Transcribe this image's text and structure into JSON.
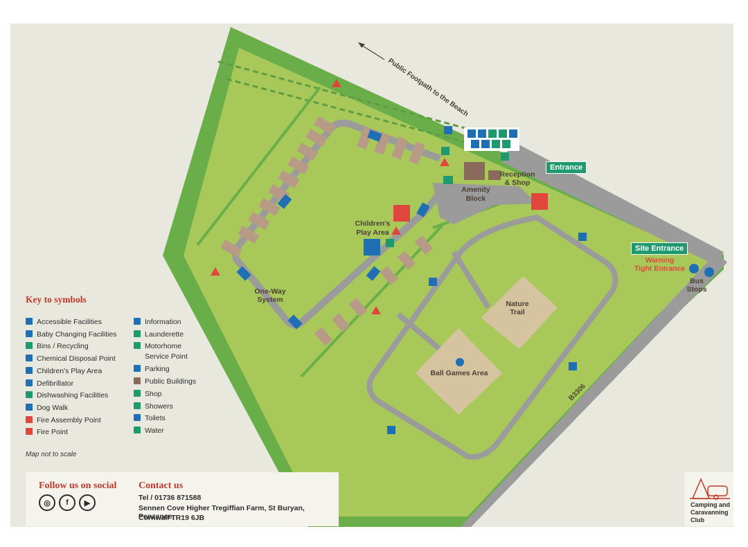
{
  "map": {
    "labels": {
      "footpath": "Public Footpath to the Beach",
      "amenity": "Amenity\nBlock",
      "reception": "Reception\n& Shop",
      "childrens_play": "Children's\nPlay Area",
      "one_way": "One-Way\nSystem",
      "nature_trail": "Nature\nTrail",
      "ball_games": "Ball Games Area",
      "bus_stops": "Bus\nStops",
      "road": "B3306"
    },
    "entrance": "Entrance",
    "site_entrance": "Site Entrance",
    "warning": "Warning\nTight Entrance"
  },
  "key": {
    "title": "Key to symbols",
    "left": [
      {
        "label": "Accessible Facilities",
        "icon": "accessible-icon",
        "color": "#1f6fb5"
      },
      {
        "label": "Baby Changing Facilities",
        "icon": "baby-changing-icon",
        "color": "#1f6fb5"
      },
      {
        "label": "Bins / Recycling",
        "icon": "bins-icon",
        "color": "#1f9a6e"
      },
      {
        "label": "Chemical Disposal Point",
        "icon": "chemical-disposal-icon",
        "color": "#1f6fb5"
      },
      {
        "label": "Children's Play Area",
        "icon": "play-area-icon",
        "color": "#1f6fb5"
      },
      {
        "label": "Defibrillator",
        "icon": "defibrillator-icon",
        "color": "#1f6fb5"
      },
      {
        "label": "Dishwashing Facilities",
        "icon": "dishwashing-icon",
        "color": "#1f9a6e"
      },
      {
        "label": "Dog Walk",
        "icon": "dog-walk-icon",
        "color": "#1f6fb5"
      },
      {
        "label": "Fire Assembly Point",
        "icon": "fire-assembly-icon",
        "color": "#e0463c"
      },
      {
        "label": "Fire Point",
        "icon": "fire-point-icon",
        "color": "#e0463c"
      }
    ],
    "right": [
      {
        "label": "Information",
        "icon": "information-icon",
        "color": "#1f6fb5"
      },
      {
        "label": "Launderette",
        "icon": "launderette-icon",
        "color": "#1f9a6e"
      },
      {
        "label": "Motorhome\nService Point",
        "icon": "motorhome-icon",
        "color": "#1f9a6e"
      },
      {
        "label": "Parking",
        "icon": "parking-icon",
        "color": "#1f6fb5"
      },
      {
        "label": "Public Buildings",
        "icon": "public-buildings-icon",
        "color": "#8a6a5a"
      },
      {
        "label": "Shop",
        "icon": "shop-icon",
        "color": "#1f9a6e"
      },
      {
        "label": "Showers",
        "icon": "showers-icon",
        "color": "#1f9a6e"
      },
      {
        "label": "Toilets",
        "icon": "toilets-icon",
        "color": "#1f6fb5"
      },
      {
        "label": "Water",
        "icon": "water-icon",
        "color": "#1f9a6e"
      }
    ]
  },
  "scale_note": "Map not to scale",
  "footer": {
    "social_title": "Follow us on social",
    "social": [
      {
        "name": "instagram-icon",
        "glyph": "◎"
      },
      {
        "name": "facebook-icon",
        "glyph": "f"
      },
      {
        "name": "youtube-icon",
        "glyph": "▶"
      }
    ],
    "contact_title": "Contact us",
    "tel": "Tel / 01736 871588",
    "address_line1": "Sennen Cove Higher Tregiffian Farm, St Buryan, Penzance,",
    "address_line2": "Cornwall TR19 6JB"
  },
  "logo": {
    "text": "Camping and Caravanning Club"
  },
  "colors": {
    "outer_green": "#6aae4a",
    "inner_green": "#a9c85a",
    "road": "#9b9b9b",
    "sand": "#d6c4a0",
    "pitch": "#b89b86"
  }
}
